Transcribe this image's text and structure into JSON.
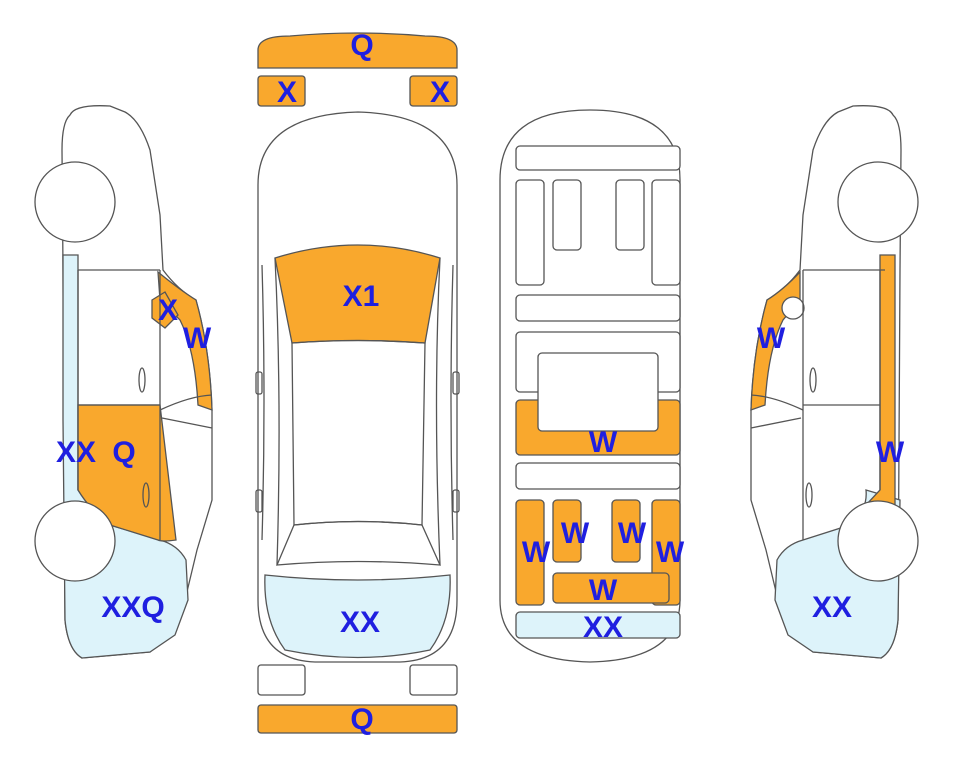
{
  "colors": {
    "stroke": "#555555",
    "body": "#ffffff",
    "orange": "#F9A82D",
    "lightblue": "#DDF3FA",
    "text": "#1F1FE0"
  },
  "labels": {
    "front_bumper": "Q",
    "front_left_light": "X",
    "front_right_light": "X",
    "windshield": "X1",
    "rear_bumper_area": "XX",
    "rear_bumper": "Q",
    "left_side_xx": "XX",
    "left_door_q": "Q",
    "left_pillar_x": "X",
    "left_pillar_w": "W",
    "left_rear_xxq": "XXQ",
    "underbody_upper_w": "W",
    "underbody_left_w": "W",
    "underbody_mid_left_w": "W",
    "underbody_mid_right_w": "W",
    "underbody_right_w": "W",
    "underbody_bottom_w": "W",
    "underbody_xx": "XX",
    "right_pillar_w": "W",
    "right_side_w": "W",
    "right_rear_xx": "XX"
  }
}
